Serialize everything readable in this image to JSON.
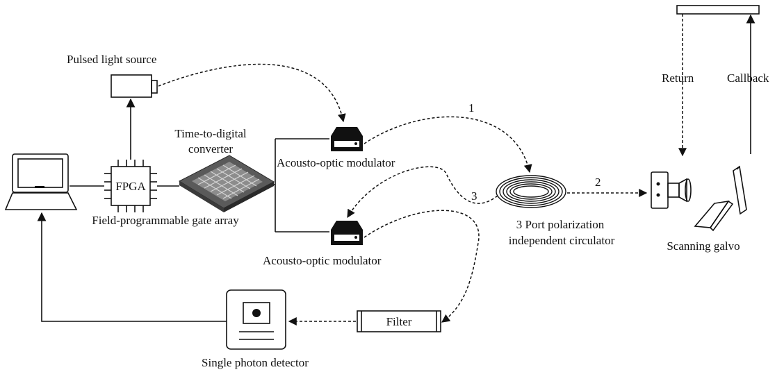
{
  "labels": {
    "pulsed_light_source": "Pulsed light source",
    "tdc_line1": "Time-to-digital",
    "tdc_line2": "converter",
    "fpga_chip": "FPGA",
    "fpga_caption": "Field-programmable gate array",
    "aom_top": "Acousto-optic modulator",
    "aom_bottom": "Acousto-optic modulator",
    "circulator_line1": "3 Port polarization",
    "circulator_line2": "independent circulator",
    "port1": "1",
    "port2": "2",
    "port3": "3",
    "scanning_galvo": "Scanning galvo",
    "return": "Return",
    "callback": "Callback",
    "filter": "Filter",
    "single_photon_detector": "Single photon detector"
  }
}
